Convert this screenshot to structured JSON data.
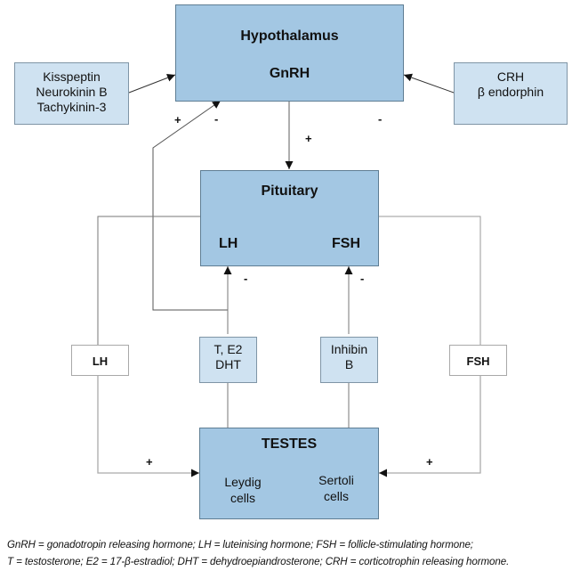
{
  "nodes": {
    "hypothalamus": {
      "title": "Hypothalamus",
      "hormone": "GnRH"
    },
    "stimulators": {
      "lines": [
        "Kisspeptin",
        "Neurokinin B",
        "Tachykinin-3"
      ]
    },
    "inhibitors": {
      "lines": [
        "CRH",
        "β endorphin"
      ]
    },
    "pituitary": {
      "title": "Pituitary",
      "hormone_left": "LH",
      "hormone_right": "FSH"
    },
    "lh_signal": {
      "label": "LH"
    },
    "fsh_signal": {
      "label": "FSH"
    },
    "steroid_feedback": {
      "lines": [
        "T, E2",
        "DHT"
      ]
    },
    "inhibin_feedback": {
      "lines": [
        "Inhibin",
        "B"
      ]
    },
    "testes": {
      "title": "TESTES",
      "cell_left": [
        "Leydig",
        "cells"
      ],
      "cell_right": [
        "Sertoli",
        "cells"
      ]
    }
  },
  "signs": {
    "steroid_to_hypothalamus": "+",
    "feedback_to_hypothalamus": "-",
    "inhibitors_to_hypothalamus": "-",
    "gnrh_to_pituitary": "+",
    "steroid_to_lh": "-",
    "inhibin_to_fsh": "-",
    "lh_to_testes": "+",
    "fsh_to_testes": "+"
  },
  "colors": {
    "main_box": "#a3c7e3",
    "light_box": "#cfe2f1",
    "line": "#6f6f6f",
    "light_line": "#b5b5b5"
  },
  "caption": {
    "line1": "GnRH = gonadotropin releasing hormone; LH = luteinising hormone; FSH = follicle-stimulating hormone;",
    "line2": "T = testosterone; E2 = 17-β-estradiol; DHT = dehydroepiandrosterone; CRH = corticotrophin releasing hormone."
  }
}
